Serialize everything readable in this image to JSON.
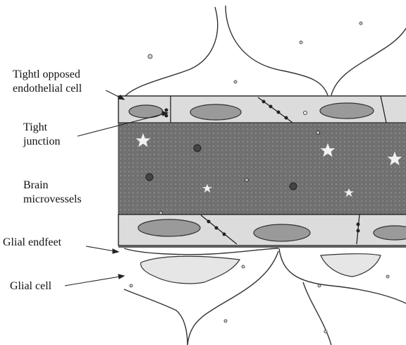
{
  "labels": {
    "tightly_opposed": [
      "Tightl opposed",
      "endothelial cell"
    ],
    "tight_junction": [
      "Tight",
      "junction"
    ],
    "brain_microvessels": [
      "Brain",
      "microvessels"
    ],
    "glial_endfeet": "Glial endfeet",
    "glial_cell": "Glial cell"
  },
  "colors": {
    "lumen": "#6e6e6e",
    "endothelium": "#dcdcdc",
    "nucleus": "#9a9a9a",
    "glia": "#e6e6e6",
    "outline": "#222222"
  }
}
